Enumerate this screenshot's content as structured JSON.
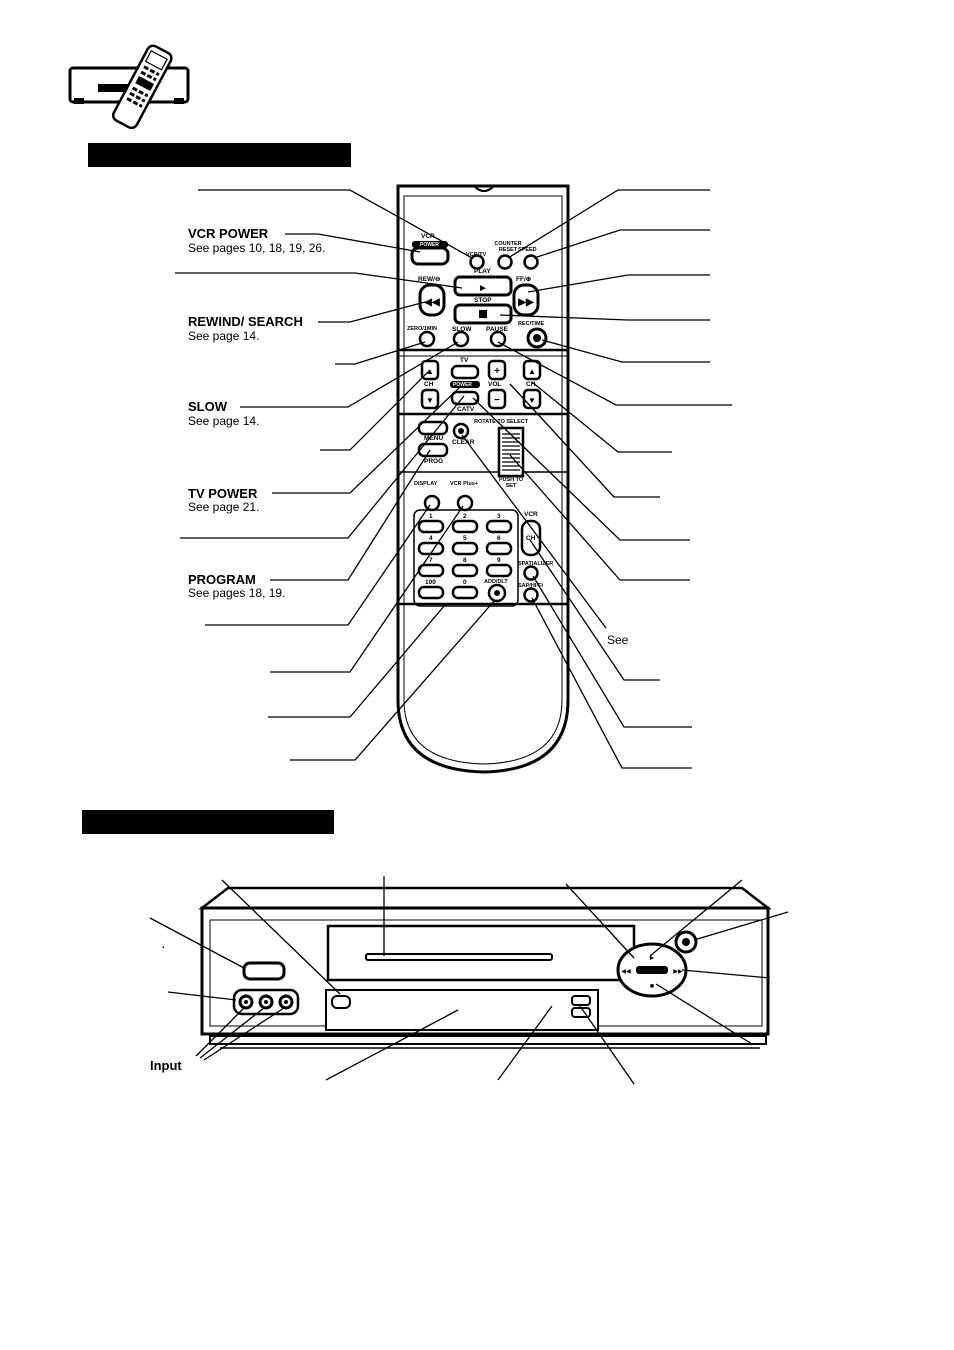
{
  "sections": {
    "remote_header": "",
    "front_header": ""
  },
  "remote_labels": [
    {
      "title": "VCR POWER",
      "ref": "See pages 10, 18, 19, 26."
    },
    {
      "title": "REWIND/ SEARCH",
      "ref": "See page 14."
    },
    {
      "title": "SLOW",
      "ref": "See page 14."
    },
    {
      "title": "TV POWER",
      "ref": "See page 21."
    },
    {
      "title": "PROGRAM",
      "ref": "See pages 18, 19."
    }
  ],
  "remote_right_partial": "See",
  "remote_keys": {
    "vcr": "VCR",
    "vcr_power_btn": "POWER",
    "vcr_tv": "VCR/TV",
    "counter_reset": "COUNTER RESET",
    "speed": "SPEED",
    "rew": "REW/⊖",
    "play": "PLAY",
    "ff": "FF/⊕",
    "stop": "STOP",
    "zero_min": "ZERO/1MIN",
    "slow": "SLOW",
    "pause": "PAUSE",
    "rec_time": "REC/TIME",
    "tv": "TV",
    "ch": "CH",
    "vol": "VOL",
    "catv": "CATV",
    "tv_power_btn": "POWER",
    "menu": "MENU",
    "clear": "CLEAR",
    "rotate": "ROTATE TO SELECT",
    "push_to_set": "PUSH TO SET",
    "prog": "PROG",
    "display": "DISPLAY",
    "vcr_plus": "VCR Plus+",
    "digits": [
      "1",
      "2",
      "3",
      "4",
      "5",
      "6",
      "7",
      "8",
      "9",
      "100",
      "0"
    ],
    "add_dlt": "ADD/DLT",
    "spatializer": "SPATIALIZER",
    "sap_hifi": "SAP/HI-Fi"
  },
  "front_labels": {
    "input": "Input"
  }
}
